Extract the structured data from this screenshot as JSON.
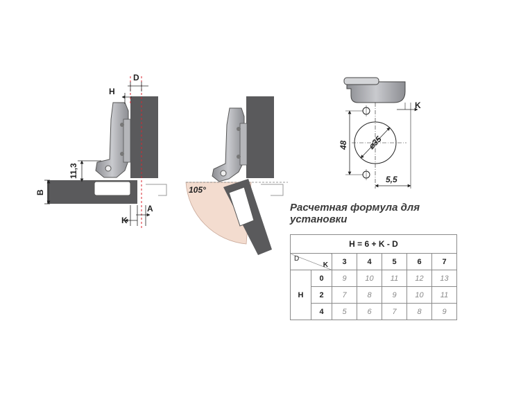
{
  "left_diagram": {
    "label_D": "D",
    "label_H": "H",
    "label_113": "11,3",
    "label_B": "B",
    "label_K": "K",
    "label_A": "A"
  },
  "middle_diagram": {
    "angle_label": "105°"
  },
  "cup_diagram": {
    "label_K": "K",
    "label_48": "48",
    "label_diameter": "⌀35",
    "label_55": "5,5"
  },
  "formula": {
    "title_line1": "Расчетная формула для",
    "title_line2": "установки",
    "equation": "H = 6 + K - D",
    "corner_D": "D",
    "corner_K": "K",
    "k_values": [
      "3",
      "4",
      "5",
      "6",
      "7"
    ],
    "row_label": "H",
    "rows": [
      {
        "d": "0",
        "values": [
          "9",
          "10",
          "11",
          "12",
          "13"
        ]
      },
      {
        "d": "2",
        "values": [
          "7",
          "8",
          "9",
          "10",
          "11"
        ]
      },
      {
        "d": "4",
        "values": [
          "5",
          "6",
          "7",
          "8",
          "9"
        ]
      }
    ]
  },
  "colors": {
    "panel": "#5a5a5c",
    "hinge_metal": "#a9aaae",
    "swing_arc": "#f3dccf",
    "red_guide": "#d8262f",
    "dimension_line": "#222222"
  }
}
